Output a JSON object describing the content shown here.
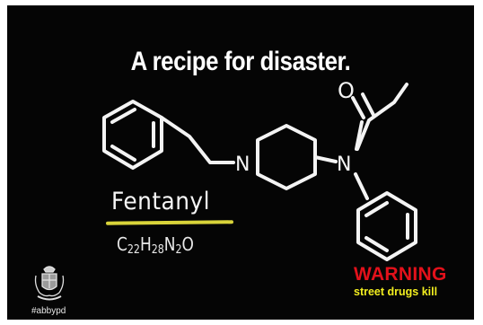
{
  "title": "A recipe for disaster.",
  "molecule": {
    "atoms": {
      "piperidine_nitrogen": "N",
      "amide_nitrogen": "N",
      "carbonyl_oxygen": "O"
    }
  },
  "drug": {
    "name": "Fentanyl",
    "formula": {
      "c_symbol": "C",
      "c_count": "22",
      "h_symbol": "H",
      "h_count": "28",
      "n_symbol": "N",
      "n_count": "2",
      "o_symbol": "O"
    }
  },
  "warning": {
    "headline": "WARNING",
    "tagline": "street drugs kill"
  },
  "footer": {
    "hashtag": "#abbypd"
  },
  "colors": {
    "background": "#050505",
    "chalk": "#f4f4f4",
    "underline": "#d9d43a",
    "warning_red": "#e3111b",
    "tagline_yellow": "#f2ee1f"
  },
  "icons": [
    "police-crest-icon"
  ]
}
